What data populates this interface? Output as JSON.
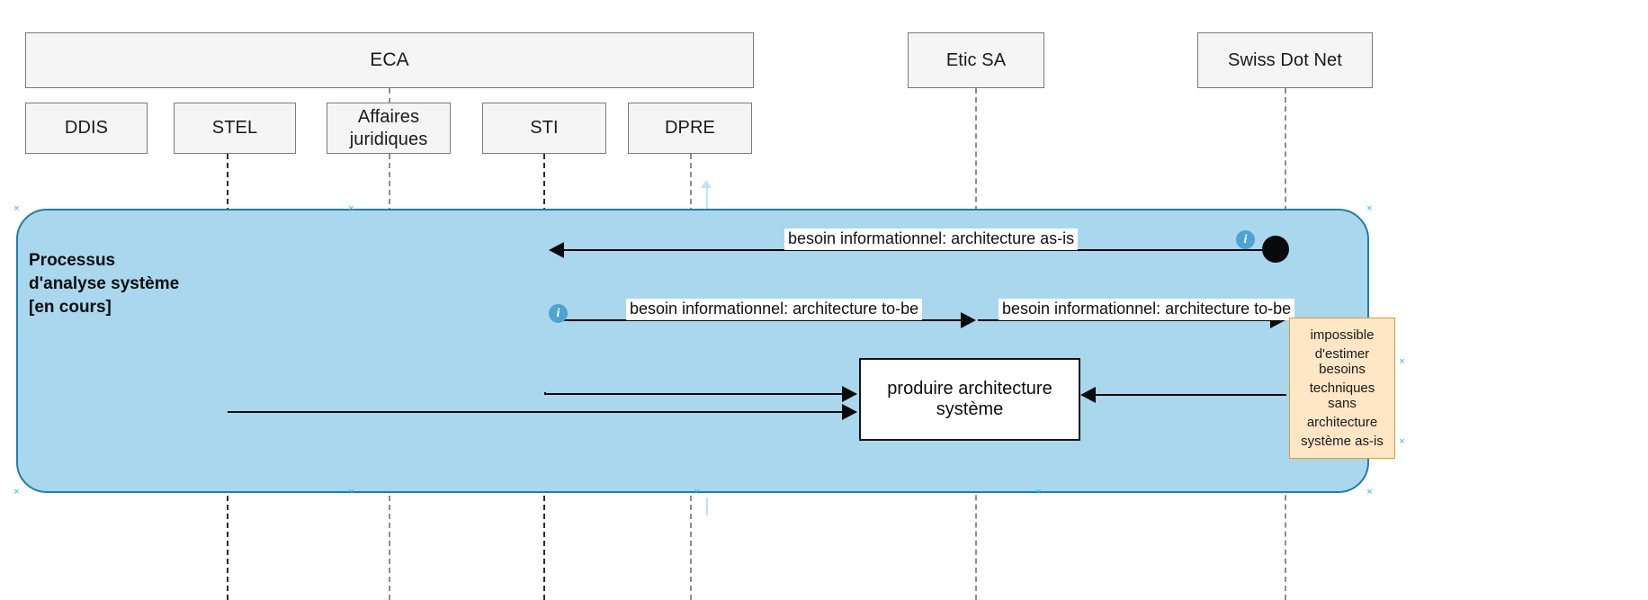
{
  "diagram": {
    "title": "Processus d'analyse système - diagramme de séquence",
    "colors": {
      "fragment_fill": "#a9d7ed",
      "fragment_border": "#1f7fa8",
      "lifeline_head_fill": "#f5f5f5",
      "lifeline_head_border": "#7a7a7a",
      "note_fill": "#ffe6c5",
      "note_border": "#d79b3c",
      "message_color": "#0a0a0a",
      "info_icon_color": "#4fa3d1"
    }
  },
  "lifelines": [
    {
      "id": "eca",
      "label": "ECA",
      "kind": "group"
    },
    {
      "id": "ddis",
      "label": "DDIS",
      "kind": "actor"
    },
    {
      "id": "stel",
      "label": "STEL",
      "kind": "actor"
    },
    {
      "id": "affaires",
      "label": "Affaires juridiques",
      "kind": "actor"
    },
    {
      "id": "sti",
      "label": "STI",
      "kind": "actor"
    },
    {
      "id": "dpre",
      "label": "DPRE",
      "kind": "actor"
    },
    {
      "id": "etic",
      "label": "Etic SA",
      "kind": "actor"
    },
    {
      "id": "swiss",
      "label": "Swiss Dot Net",
      "kind": "actor"
    }
  ],
  "fragment": {
    "label": "Processus\nd'analyse système\n[en cours]",
    "label_lines": [
      "Processus",
      "d'analyse système",
      "[en cours]"
    ]
  },
  "messages": [
    {
      "id": "msg-as-is",
      "label": "besoin informationnel: architecture as-is",
      "from": "swiss",
      "to": "sti",
      "direction": "left",
      "has_info_icon": true,
      "has_terminator_ball": true
    },
    {
      "id": "msg-to-be-1",
      "label": "besoin informationnel: architecture to-be",
      "from": "sti",
      "to": "etic",
      "direction": "right",
      "has_info_icon": true,
      "has_terminator_ball": false
    },
    {
      "id": "msg-to-be-2",
      "label": "besoin informationnel: architecture to-be",
      "from": "etic",
      "to": "swiss",
      "direction": "right",
      "has_info_icon": false,
      "has_terminator_ball": false
    },
    {
      "id": "msg-produire-from-sti",
      "label": "",
      "from": "sti",
      "to": "action-produire",
      "direction": "right"
    },
    {
      "id": "msg-produire-from-stel",
      "label": "",
      "from": "stel",
      "to": "action-produire",
      "direction": "right"
    },
    {
      "id": "msg-produire-from-note",
      "label": "",
      "from": "swiss",
      "to": "action-produire",
      "direction": "left"
    }
  ],
  "action": {
    "id": "action-produire",
    "label": "produire architecture système"
  },
  "note": {
    "id": "note-impossible",
    "lines": [
      "impossible",
      "d'estimer besoins",
      "techniques sans",
      "architecture",
      "système as-is"
    ]
  },
  "icons": {
    "info": "i"
  }
}
